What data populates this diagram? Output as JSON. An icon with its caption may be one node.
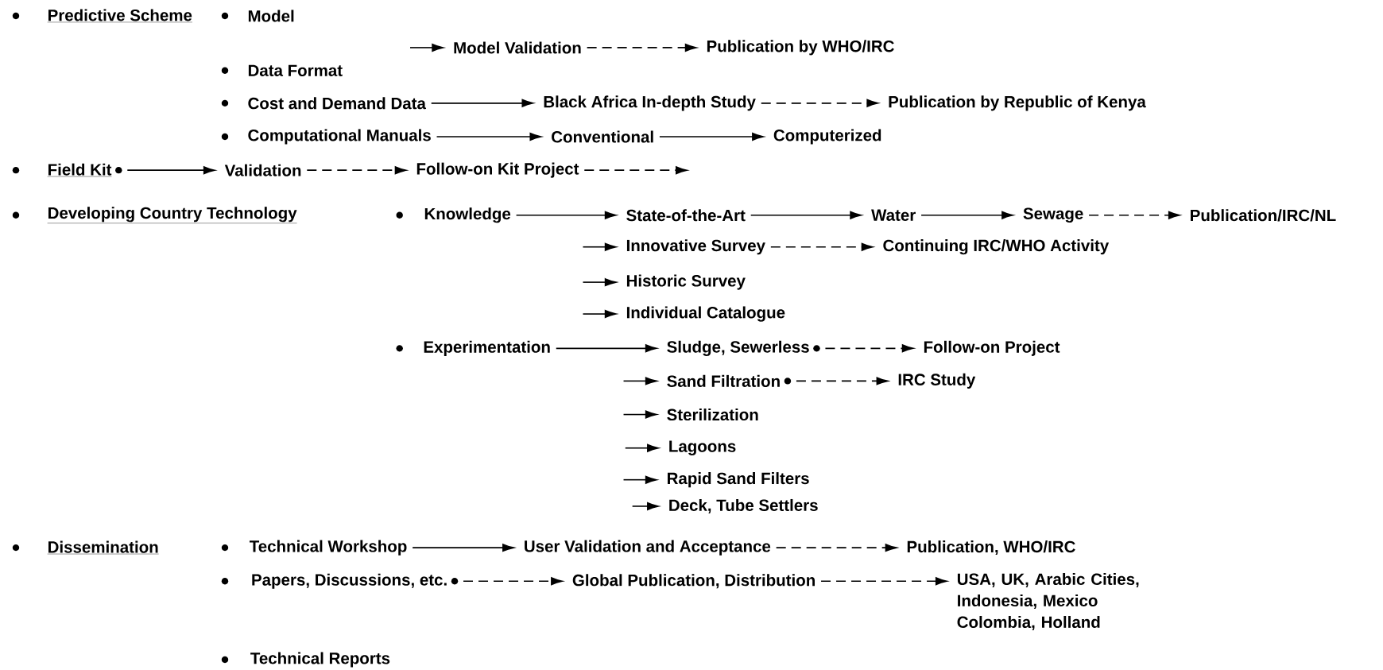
{
  "diagram": {
    "nodes": [
      {
        "text": [
          "Predictive Scheme"
        ]
      },
      {
        "text": [
          "Model"
        ]
      },
      {
        "text": [
          "Model Validation"
        ]
      },
      {
        "text": [
          "Publication by WHO/IRC"
        ]
      },
      {
        "text": [
          "Data Format"
        ]
      },
      {
        "text": [
          "Cost and Demand Data"
        ]
      },
      {
        "text": [
          "Black Africa In-depth Study"
        ]
      },
      {
        "text": [
          "Publication by Republic of Kenya"
        ]
      },
      {
        "text": [
          "Computational Manuals"
        ]
      },
      {
        "text": [
          "Conventional"
        ]
      },
      {
        "text": [
          "Computerized"
        ]
      },
      {
        "text": [
          "Field Kit"
        ]
      },
      {
        "text": [
          "Validation"
        ]
      },
      {
        "text": [
          "Follow-on Kit Project"
        ]
      },
      {
        "text": [
          "Developing Country Technology"
        ]
      },
      {
        "text": [
          "Knowledge"
        ]
      },
      {
        "text": [
          "State-of-the-Art"
        ]
      },
      {
        "text": [
          "Water"
        ]
      },
      {
        "text": [
          "Sewage"
        ]
      },
      {
        "text": [
          "Publication/IRC/NL"
        ]
      },
      {
        "text": [
          "Innovative Survey"
        ]
      },
      {
        "text": [
          "Continuing IRC/WHO Activity"
        ]
      },
      {
        "text": [
          "Historic Survey"
        ]
      },
      {
        "text": [
          "Individual Catalogue"
        ]
      },
      {
        "text": [
          "Experimentation"
        ]
      },
      {
        "text": [
          "Sludge, Sewerless"
        ]
      },
      {
        "text": [
          "Follow-on Project"
        ]
      },
      {
        "text": [
          "Sand Filtration"
        ]
      },
      {
        "text": [
          "IRC Study"
        ]
      },
      {
        "text": [
          "Sterilization"
        ]
      },
      {
        "text": [
          "Lagoons"
        ]
      },
      {
        "text": [
          "Rapid Sand Filters"
        ]
      },
      {
        "text": [
          "Deck, Tube Settlers"
        ]
      },
      {
        "text": [
          "Dissemination"
        ]
      },
      {
        "text": [
          "Technical Workshop"
        ]
      },
      {
        "text": [
          "User Validation and Acceptance"
        ]
      },
      {
        "text": [
          "Publication, WHO/IRC"
        ]
      },
      {
        "text": [
          "Papers, Discussions, etc."
        ]
      },
      {
        "text": [
          "Global Publication, Distribution"
        ]
      },
      {
        "text": [
          "USA, UK, Arabic Cities, Indonesia, Mexico Colombia, Holland"
        ]
      },
      {
        "text": [
          "Technical Reports"
        ]
      }
    ],
    "edges": [
      {
        "from": null,
        "to": 2,
        "arrow": "to"
      },
      {
        "from": 2,
        "to": 3,
        "arrow": "to",
        "style": "dashed"
      },
      {
        "from": 5,
        "to": 6,
        "arrow": "to"
      },
      {
        "from": 6,
        "to": 7,
        "arrow": "to",
        "style": "dashed"
      },
      {
        "from": 8,
        "to": 9,
        "arrow": "to"
      },
      {
        "from": 9,
        "to": 10,
        "arrow": "to"
      },
      {
        "from": 11,
        "to": 12,
        "arrow": "to"
      },
      {
        "from": 12,
        "to": 13,
        "arrow": "to",
        "style": "dashed"
      },
      {
        "from": 13,
        "to": null,
        "arrow": "to",
        "style": "dashed"
      },
      {
        "from": 15,
        "to": 16,
        "arrow": "to"
      },
      {
        "from": 16,
        "to": 17,
        "arrow": "to"
      },
      {
        "from": 17,
        "to": 18,
        "arrow": "to"
      },
      {
        "from": 18,
        "to": 19,
        "arrow": "to",
        "style": "dashed"
      },
      {
        "from": null,
        "to": 20,
        "arrow": "to"
      },
      {
        "from": 20,
        "to": 21,
        "arrow": "to",
        "style": "dashed"
      },
      {
        "from": null,
        "to": 22,
        "arrow": "to"
      },
      {
        "from": null,
        "to": 23,
        "arrow": "to"
      },
      {
        "from": 24,
        "to": 25,
        "arrow": "to"
      },
      {
        "from": 25,
        "to": 26,
        "arrow": "to",
        "style": "dashed"
      },
      {
        "from": null,
        "to": 27,
        "arrow": "to"
      },
      {
        "from": 27,
        "to": 28,
        "arrow": "to",
        "style": "dashed"
      },
      {
        "from": null,
        "to": 29,
        "arrow": "to"
      },
      {
        "from": null,
        "to": 30,
        "arrow": "to"
      },
      {
        "from": null,
        "to": 31,
        "arrow": "to"
      },
      {
        "from": null,
        "to": 32,
        "arrow": "to"
      },
      {
        "from": 34,
        "to": 35,
        "arrow": "to"
      },
      {
        "from": 35,
        "to": 36,
        "arrow": "to",
        "style": "dashed"
      },
      {
        "from": 37,
        "to": 38,
        "arrow": "to",
        "style": "dashed"
      },
      {
        "from": 38,
        "to": 39,
        "arrow": "to",
        "style": "dashed"
      }
    ]
  }
}
